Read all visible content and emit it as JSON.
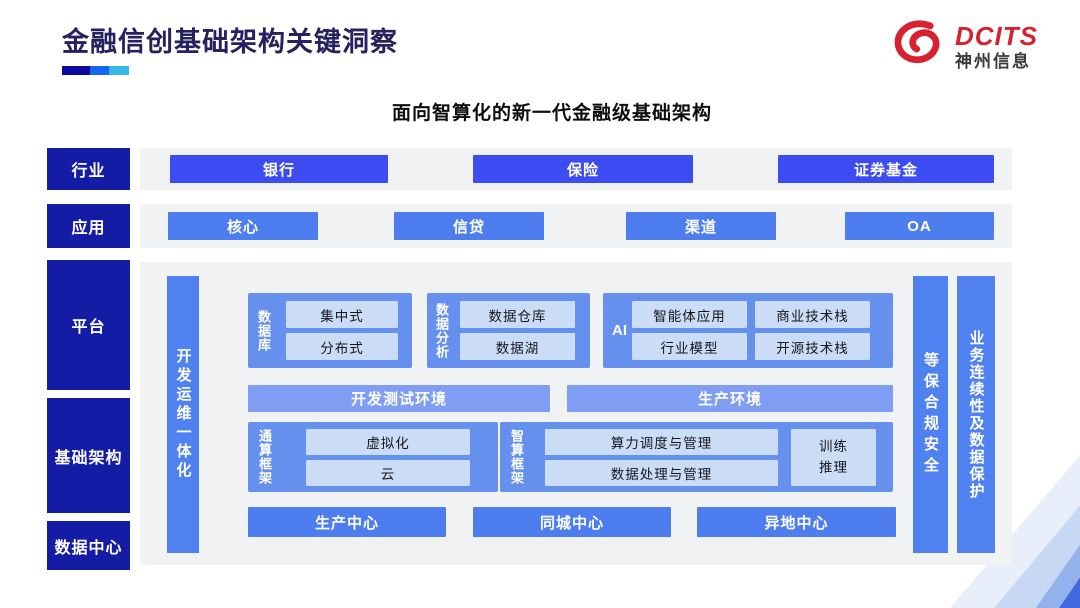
{
  "title": "金融信创基础架构关键洞察",
  "logo": {
    "brand": "DCITS",
    "company": "神州信息"
  },
  "subtitle": "面向智算化的新一代金融级基础架构",
  "layers": {
    "industry": "行业",
    "application": "应用",
    "platform": "平台",
    "infrastructure": "基础架构",
    "datacenter": "数据中心"
  },
  "industry_items": [
    "银行",
    "保险",
    "证券基金"
  ],
  "application_items": [
    "核心",
    "信贷",
    "渠道",
    "OA"
  ],
  "panel": {
    "devops_bar": "开发运维一体化",
    "security_bar": "等保合规安全",
    "continuity_bar": "业务连续性及数据保护",
    "database": {
      "label": "数据库",
      "items": [
        "集中式",
        "分布式"
      ]
    },
    "analytics": {
      "label": "数据分析",
      "items": [
        "数据仓库",
        "数据湖"
      ]
    },
    "ai": {
      "label": "AI",
      "items": [
        "智能体应用",
        "商业技术栈",
        "行业模型",
        "开源技术栈"
      ]
    },
    "environments": [
      "开发测试环境",
      "生产环境"
    ],
    "general_compute": {
      "label": "通算框架",
      "items": [
        "虚拟化",
        "云"
      ]
    },
    "ai_compute": {
      "label": "智算框架",
      "items": [
        "算力调度与管理",
        "数据处理与管理"
      ],
      "side": [
        "训练",
        "推理"
      ]
    },
    "centers": [
      "生产中心",
      "同城中心",
      "异地中心"
    ]
  },
  "colors": {
    "navy_label": "#141ca6",
    "royal_button": "#3c4cf2",
    "blue_button": "#4e7df0",
    "vertical_bar": "#4f81f1",
    "group_panel": "#6590ee",
    "inner_cell": "#cbdcf7",
    "env_bar": "#7e9df3",
    "panel_gray": "#f1f2f4",
    "brand_red": "#d62230",
    "title_navy": "#27215f",
    "accent_segments": [
      "#0a0a9d",
      "#1465f0",
      "#36b7e8"
    ]
  }
}
